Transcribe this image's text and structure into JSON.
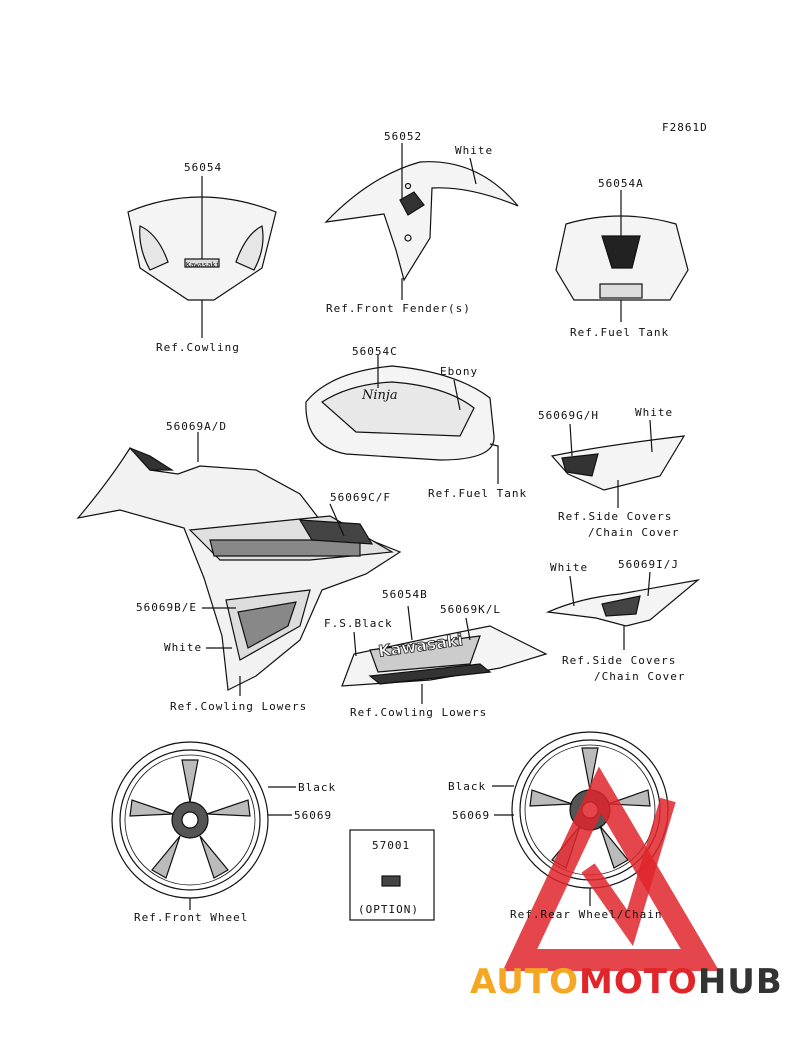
{
  "figure_code": "F2861D",
  "labels": {
    "cowl_part": "56054",
    "cowl_ref": "Ref.Cowling",
    "fender_part": "56052",
    "fender_color": "White",
    "fender_ref": "Ref.Front Fender(s)",
    "tank_part": "56054A",
    "tank_ref": "Ref.Fuel Tank",
    "tank_cover_part": "56054C",
    "tank_cover_color": "Ebony",
    "tank_cover_ref": "Ref.Fuel Tank",
    "side_gh_part": "56069G/H",
    "side_gh_color": "White",
    "side_gh_ref1": "Ref.Side Covers",
    "side_gh_ref2": "/Chain Cover",
    "fairing_ad": "56069A/D",
    "fairing_cf": "56069C/F",
    "fairing_be": "56069B/E",
    "fairing_color": "White",
    "fairing_ref": "Ref.Cowling Lowers",
    "side_ij_color": "White",
    "side_ij_part": "56069I/J",
    "side_ij_ref1": "Ref.Side Covers",
    "side_ij_ref2": "/Chain Cover",
    "lower_color": "F.S.Black",
    "lower_part_b": "56054B",
    "lower_part_kl": "56069K/L",
    "lower_ref": "Ref.Cowling Lowers",
    "front_wheel_color": "Black",
    "front_wheel_part": "56069",
    "front_wheel_ref": "Ref.Front Wheel",
    "option_part": "57001",
    "option_text": "(OPTION)",
    "rear_wheel_color": "Black",
    "rear_wheel_part": "56069",
    "rear_wheel_ref": "Ref.Rear Wheel/Chain",
    "decal_brand": "Kawasaki",
    "decal_model": "Ninja"
  },
  "watermark": {
    "part1": "AUTO",
    "part2": "MOTO",
    "part3": "HUB"
  },
  "colors": {
    "line": "#111111",
    "watermark_red": "#e0262b",
    "watermark_orange": "#f5a623"
  }
}
